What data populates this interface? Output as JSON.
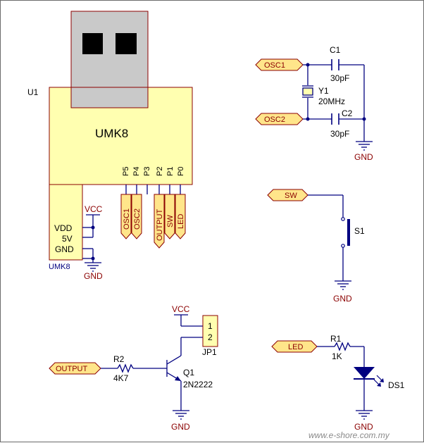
{
  "colors": {
    "wire": "#000080",
    "comp_fill": "#ffffb0",
    "comp_stroke": "#8b0000",
    "port_fill": "#ffe58a",
    "port_stroke": "#8b0000",
    "text": "#000000",
    "ref_text": "#000080",
    "power_text": "#8b0000",
    "junction": "#000080",
    "usb_gray": "#c9c9c9"
  },
  "umk8": {
    "ref": "U1",
    "name": "UMK8",
    "pins": [
      "P5",
      "P4",
      "P3",
      "P2",
      "P1",
      "P0"
    ],
    "power_pins": [
      "VDD",
      "5V",
      "GND"
    ],
    "sub_label": "UMK8",
    "net_labels": [
      "OSC1",
      "OSC2",
      "OUTPUT",
      "SW",
      "LED"
    ]
  },
  "crystal": {
    "port1": "OSC1",
    "port2": "OSC2",
    "c1_ref": "C1",
    "c1_val": "30pF",
    "c2_ref": "C2",
    "c2_val": "30pF",
    "y1_ref": "Y1",
    "y1_val": "20MHz",
    "gnd": "GND"
  },
  "switch": {
    "port": "SW",
    "ref": "S1",
    "gnd": "GND"
  },
  "transistor": {
    "port": "OUTPUT",
    "r_ref": "R2",
    "r_val": "4K7",
    "q_ref": "Q1",
    "q_val": "2N2222",
    "vcc": "VCC",
    "jp_ref": "JP1",
    "jp_pin1": "1",
    "jp_pin2": "2",
    "gnd": "GND"
  },
  "led": {
    "port": "LED",
    "r_ref": "R1",
    "r_val": "1K",
    "ds_ref": "DS1",
    "gnd": "GND"
  },
  "power": {
    "vcc": "VCC",
    "gnd": "GND"
  },
  "watermark": "www.e-shore.com.my"
}
